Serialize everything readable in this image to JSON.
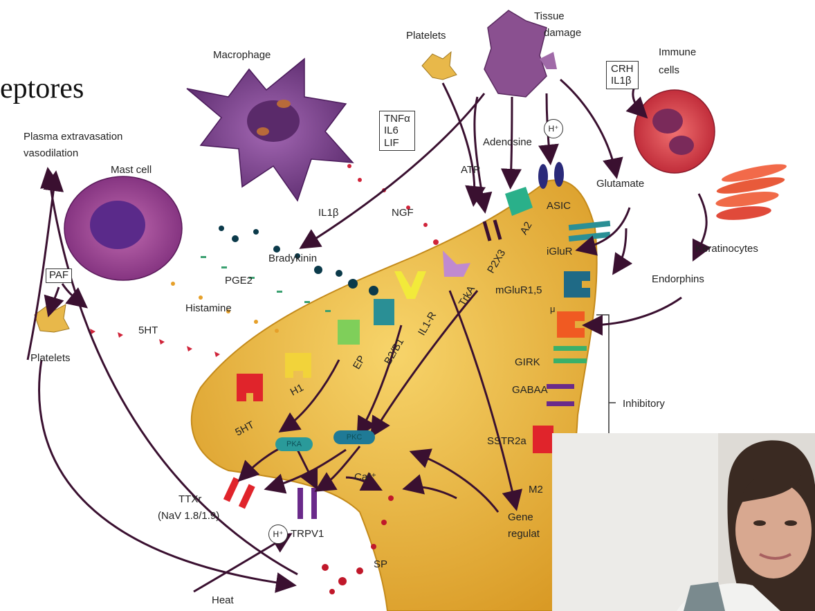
{
  "slide": {
    "title_fragment": "eptores"
  },
  "diagram": {
    "cells": {
      "macrophage": "Macrophage",
      "mast_cell": "Mast cell",
      "platelets_top": "Platelets",
      "platelets_left": "Platelets",
      "tissue_damage_line1": "Tissue",
      "tissue_damage_line2": "damage",
      "immune_cells_line1": "Immune",
      "immune_cells_line2": "cells",
      "keratinocytes": "Keratinocytes"
    },
    "effects": {
      "plasma_line1": "Plasma extravasation",
      "plasma_line2": "vasodilation"
    },
    "cytokine_box": [
      "TNFα",
      "IL6",
      "LIF"
    ],
    "crh_box": [
      "CRH",
      "IL1β"
    ],
    "paf": "PAF",
    "mediators": {
      "il1b": "IL1β",
      "ngf": "NGF",
      "bradykinin": "Bradykinin",
      "pge2": "PGE2",
      "histamine": "Histamine",
      "five_ht": "5HT",
      "atp": "ATP",
      "adenosine": "Adenosine",
      "h_plus": "H⁺",
      "glutamate": "Glutamate",
      "endorphins": "Endorphins",
      "heat": "Heat",
      "sp": "SP",
      "ca": "Ca²⁺"
    },
    "receptors": {
      "r_5ht": "5HT",
      "h1": "H1",
      "ep": "EP",
      "b2b1": "B2/B1",
      "il1r": "IL1-R",
      "trka": "TrkA",
      "p2x3": "P2X3",
      "a2": "A2",
      "asic": "ASIC",
      "iglur": "iGluR",
      "mglur": "mGluR1,5",
      "mu": "μ",
      "girk": "GIRK",
      "gaba": "GABAA",
      "sstr2a": "SSTR2a",
      "m2": "M2",
      "inhibitory": "Inhibitory"
    },
    "intracellular": {
      "pka": "PKA",
      "pkc": "PKC",
      "ttxr_line1": "TTXr",
      "ttxr_line2": "(NaV 1.8/1.9)",
      "trpv1": "TRPV1",
      "gene_line1": "Gene",
      "gene_line2": "regulat"
    },
    "colors": {
      "neuron": "#e8b43a",
      "neuron_edge": "#c48a1a",
      "macrophage": "#7a3e8c",
      "mast_cell": "#9a3a8a",
      "immune_cell": "#d43a4a",
      "arrow": "#3a1030",
      "receptor_red": "#e0242b",
      "receptor_yellow": "#f2d33a",
      "receptor_green": "#7fcf5a",
      "receptor_teal": "#2a8f95",
      "receptor_purple": "#a86ac0",
      "receptor_navy": "#2a2a7a"
    }
  },
  "webcam": {
    "label": "presenter video feed"
  }
}
